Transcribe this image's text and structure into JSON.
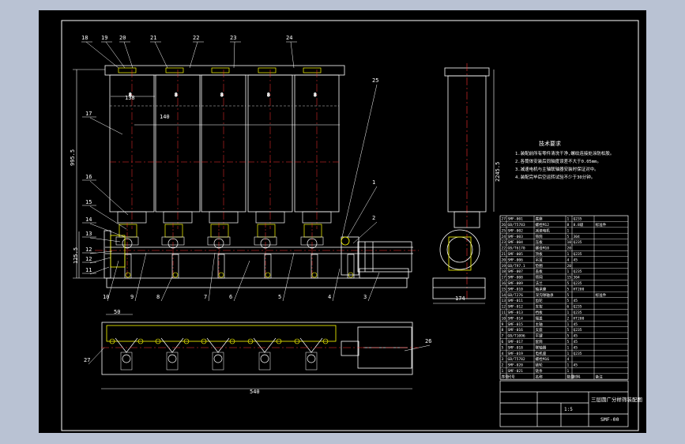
{
  "balloons_top": [
    "18",
    "19",
    "20",
    "21",
    "22",
    "23",
    "24"
  ],
  "balloons_left_upper": [
    "17",
    "16",
    "15",
    "14",
    "13",
    "12",
    "12",
    "11"
  ],
  "balloons_bottom": [
    "10",
    "9",
    "8",
    "7",
    "6",
    "5",
    "4",
    "3"
  ],
  "balloons_right": [
    "25",
    "1",
    "2"
  ],
  "balloon_plan": "27",
  "balloon_plan_right": "26",
  "dims": {
    "width_138": "138",
    "inner_8": "8",
    "inner_140": "140",
    "height_left": "995.5",
    "height_small": "125.5",
    "height_side": "2245.5",
    "side_base": "174",
    "plan_50": "50",
    "plan_540": "540"
  },
  "notes_title": "技术要求",
  "notes_lines": [
    "1.装配前所有零件清洗干净,螺纹连接处涂防松胶。",
    "2.各筒体安装后同轴度误差不大于0.05mm。",
    "3.减速电机与主轴联轴器安装时保证对中。",
    "4.装配完毕后空运转试验不少于30分钟。"
  ],
  "title_block": {
    "title": "三层圆广分样筛装配图",
    "drawing_no": "SMF-00",
    "scale": "1:5"
  },
  "bom_rows": [
    [
      "27",
      "SMF-001",
      "底座",
      "1",
      "Q235",
      ""
    ],
    [
      "26",
      "GB/T5783",
      "螺栓M12",
      "8",
      "8.8级",
      "标准件"
    ],
    [
      "25",
      "SMF-002",
      "减速电机",
      "1",
      "",
      ""
    ],
    [
      "24",
      "SMF-003",
      "筛筒",
      "5",
      "304",
      ""
    ],
    [
      "23",
      "SMF-004",
      "压板",
      "10",
      "Q235",
      ""
    ],
    [
      "22",
      "GB/T6170",
      "螺母M10",
      "20",
      "",
      ""
    ],
    [
      "21",
      "SMF-005",
      "顶板",
      "1",
      "Q235",
      ""
    ],
    [
      "20",
      "SMF-006",
      "吊耳",
      "4",
      "45",
      ""
    ],
    [
      "19",
      "GB/T97.1",
      "垫圈",
      "20",
      "",
      ""
    ],
    [
      "18",
      "SMF-007",
      "盖板",
      "1",
      "Q235",
      ""
    ],
    [
      "17",
      "SMF-008",
      "筛网",
      "15",
      "304",
      ""
    ],
    [
      "16",
      "SMF-009",
      "法兰",
      "5",
      "Q235",
      ""
    ],
    [
      "15",
      "SMF-010",
      "轴承座",
      "5",
      "HT200",
      ""
    ],
    [
      "14",
      "GB/T276",
      "深沟球轴承",
      "5",
      "",
      "标准件"
    ],
    [
      "13",
      "SMF-011",
      "齿轮",
      "5",
      "45",
      ""
    ],
    [
      "12",
      "SMF-012",
      "支架",
      "6",
      "Q235",
      ""
    ],
    [
      "11",
      "SMF-013",
      "挡板",
      "1",
      "Q235",
      ""
    ],
    [
      "10",
      "SMF-014",
      "端盖",
      "2",
      "HT200",
      ""
    ],
    [
      "9",
      "SMF-015",
      "主轴",
      "1",
      "45",
      ""
    ],
    [
      "8",
      "SMF-016",
      "支座",
      "5",
      "Q235",
      ""
    ],
    [
      "7",
      "GB/T1096",
      "平键",
      "5",
      "45",
      ""
    ],
    [
      "6",
      "SMF-017",
      "套筒",
      "5",
      "45",
      ""
    ],
    [
      "5",
      "SMF-018",
      "联轴器",
      "1",
      "45",
      ""
    ],
    [
      "4",
      "SMF-019",
      "电机座",
      "1",
      "Q235",
      ""
    ],
    [
      "3",
      "GB/T5782",
      "螺栓M16",
      "4",
      "",
      ""
    ],
    [
      "2",
      "SMF-020",
      "链轮",
      "1",
      "45",
      ""
    ],
    [
      "1",
      "SMF-021",
      "链条",
      "1",
      "",
      ""
    ]
  ],
  "bom_header": [
    "序号",
    "代号",
    "名称",
    "数量",
    "材料",
    "备注"
  ]
}
